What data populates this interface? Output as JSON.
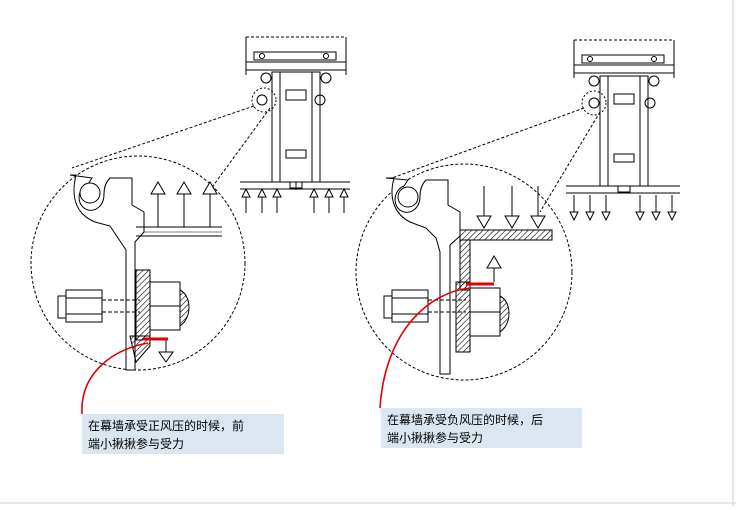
{
  "captions": {
    "left": {
      "line1": "在幕墙承受正风压的时候，前",
      "line2": "端小揪揪参与受力"
    },
    "right": {
      "line1": "在幕墙承受负风压的时候，后",
      "line2": "端小揪揪参与受力"
    }
  },
  "colors": {
    "stroke": "#000000",
    "highlight": "#e00000",
    "caption_bg": "#dce6f1",
    "frame": "#cfcfcf"
  }
}
